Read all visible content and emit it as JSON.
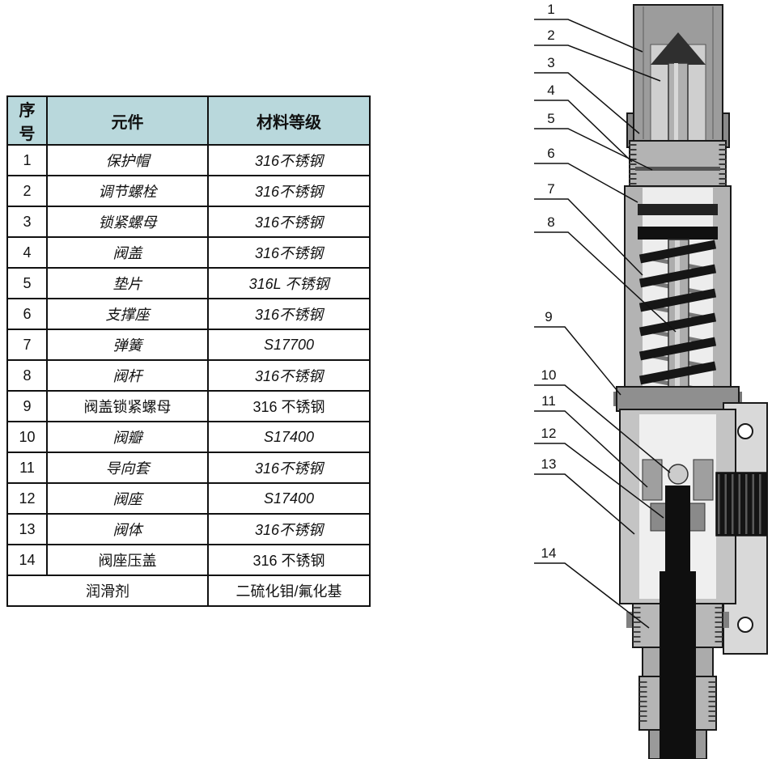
{
  "table": {
    "headers": [
      "序号",
      "元件",
      "材料等级"
    ],
    "rows": [
      {
        "no": "1",
        "part": "保护帽",
        "material": "316不锈钢"
      },
      {
        "no": "2",
        "part": "调节螺栓",
        "material": "316不锈钢"
      },
      {
        "no": "3",
        "part": "锁紧螺母",
        "material": "316不锈钢"
      },
      {
        "no": "4",
        "part": "阀盖",
        "material": "316不锈钢"
      },
      {
        "no": "5",
        "part": "垫片",
        "material": "316L 不锈钢"
      },
      {
        "no": "6",
        "part": "支撑座",
        "material": "316不锈钢"
      },
      {
        "no": "7",
        "part": "弹簧",
        "material": "S17700"
      },
      {
        "no": "8",
        "part": "阀杆",
        "material": "316不锈钢"
      },
      {
        "no": "9",
        "part": "阀盖锁紧螺母",
        "material": "316 不锈钢"
      },
      {
        "no": "10",
        "part": "阀瓣",
        "material": "S17400"
      },
      {
        "no": "11",
        "part": "导向套",
        "material": "316不锈钢"
      },
      {
        "no": "12",
        "part": "阀座",
        "material": "S17400"
      },
      {
        "no": "13",
        "part": "阀体",
        "material": "316不锈钢"
      },
      {
        "no": "14",
        "part": "阀座压盖",
        "material": "316 不锈钢"
      }
    ],
    "footer": {
      "label": "润滑剂",
      "value": "二硫化钼/氟化基"
    }
  },
  "diagram": {
    "callouts": [
      "1",
      "2",
      "3",
      "4",
      "5",
      "6",
      "7",
      "8",
      "9",
      "10",
      "11",
      "12",
      "13",
      "14"
    ]
  },
  "colors": {
    "header_bg": "#b9d8dc",
    "table_border": "#111111",
    "metal_light": "#c8c8c8",
    "metal_mid": "#a8a8a8",
    "metal_dark": "#8a8a8a",
    "black_part": "#141414"
  }
}
